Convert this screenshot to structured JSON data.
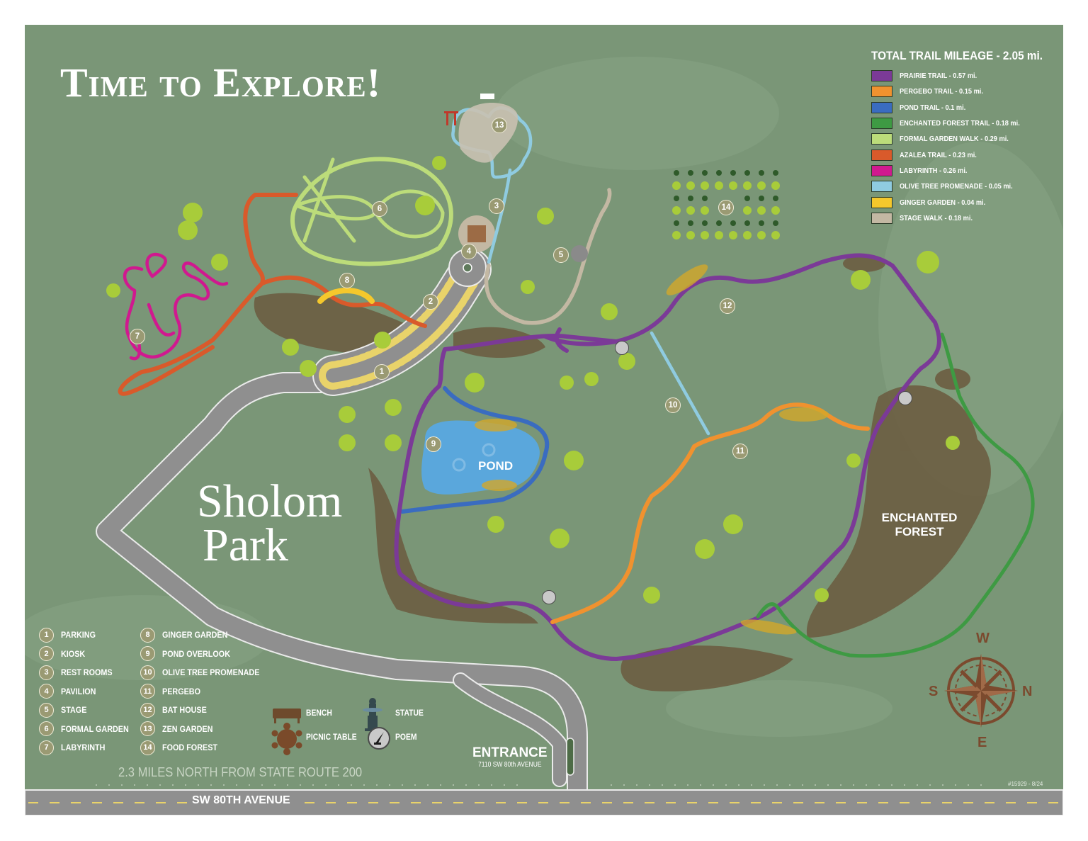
{
  "title": "Time to Explore!",
  "brand": {
    "line1": "Sholom",
    "line2": "Park"
  },
  "trail_legend": {
    "heading": "TOTAL TRAIL MILEAGE - 2.05 mi.",
    "trails": [
      {
        "label": "PRAIRIE TRAIL - 0.57 mi.",
        "color": "#7b3a97"
      },
      {
        "label": "PERGEBO TRAIL - 0.15 mi.",
        "color": "#f0922f"
      },
      {
        "label": "POND TRAIL - 0.1 mi.",
        "color": "#3a6cc0"
      },
      {
        "label": "ENCHANTED FOREST TRAIL - 0.18 mi.",
        "color": "#3e9a43"
      },
      {
        "label": "FORMAL GARDEN WALK - 0.29 mi.",
        "color": "#bcdc7a"
      },
      {
        "label": "AZALEA TRAIL - 0.23 mi.",
        "color": "#d95a2b"
      },
      {
        "label": "LABYRINTH - 0.26 mi.",
        "color": "#d0198f"
      },
      {
        "label": "OLIVE TREE PROMENADE - 0.05 mi.",
        "color": "#8fcbe0"
      },
      {
        "label": "GINGER GARDEN - 0.04 mi.",
        "color": "#f5c82c"
      },
      {
        "label": "STAGE WALK - 0.18 mi.",
        "color": "#c3b8a3"
      }
    ]
  },
  "points_of_interest": [
    {
      "num": "1",
      "label": "PARKING"
    },
    {
      "num": "2",
      "label": "KIOSK"
    },
    {
      "num": "3",
      "label": "REST ROOMS"
    },
    {
      "num": "4",
      "label": "PAVILION"
    },
    {
      "num": "5",
      "label": "STAGE"
    },
    {
      "num": "6",
      "label": "FORMAL GARDEN"
    },
    {
      "num": "7",
      "label": "LABYRINTH"
    },
    {
      "num": "8",
      "label": "GINGER GARDEN"
    },
    {
      "num": "9",
      "label": "POND OVERLOOK"
    },
    {
      "num": "10",
      "label": "OLIVE TREE PROMENADE"
    },
    {
      "num": "11",
      "label": "PERGEBO"
    },
    {
      "num": "12",
      "label": "BAT HOUSE"
    },
    {
      "num": "13",
      "label": "ZEN GARDEN"
    },
    {
      "num": "14",
      "label": "FOOD FOREST"
    }
  ],
  "symbols": {
    "bench": "BENCH",
    "picnic_table": "PICNIC TABLE",
    "statue": "STATUE",
    "poem": "POEM"
  },
  "map_labels": {
    "pond": "POND",
    "enchanted_forest_1": "ENCHANTED",
    "enchanted_forest_2": "FOREST"
  },
  "entrance": {
    "heading": "ENTRANCE",
    "address": "7110 SW 80th AVENUE"
  },
  "directions": "2.3 MILES NORTH FROM STATE ROUTE 200",
  "road": "SW 80TH AVENUE",
  "compass": {
    "top": "W",
    "left": "S",
    "right": "N",
    "bottom": "E"
  },
  "print_code": "#15929 - 8/24",
  "colors": {
    "background": "#7a9677",
    "road": "#8f8f8f",
    "forest": "#6b5a3e",
    "pond": "#5aa7dc",
    "marker": "#9a9a73",
    "compass": "#7b4a2e"
  }
}
